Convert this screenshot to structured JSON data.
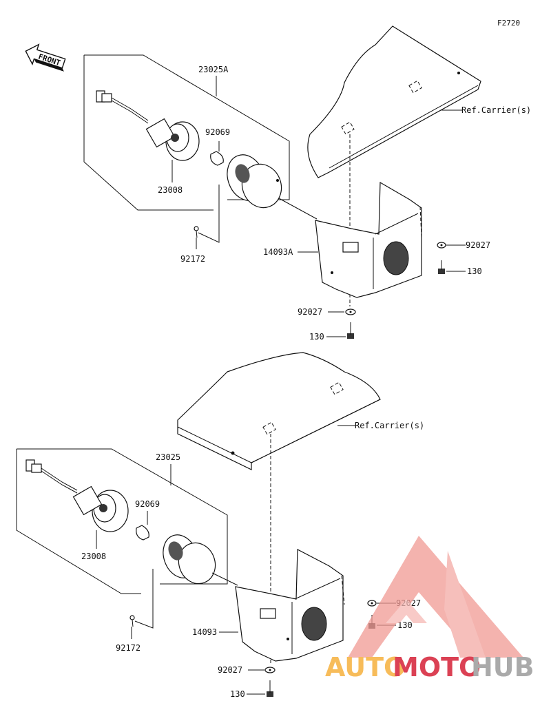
{
  "figure_code": "F2720",
  "front_label": "FRONT",
  "upper_assembly": {
    "assembly_part": "23025A",
    "socket_part": "23008",
    "bulb_part": "92069",
    "screw_part": "92172",
    "bracket_part": "14093A",
    "carrier_ref": "Ref.Carrier(s)",
    "right_washer_part": "92027",
    "right_bolt_part": "130",
    "bottom_washer_part": "92027",
    "bottom_bolt_part": "130"
  },
  "lower_assembly": {
    "assembly_part": "23025",
    "socket_part": "23008",
    "bulb_part": "92069",
    "screw_part": "92172",
    "bracket_part": "14093",
    "carrier_ref": "Ref.Carrier(s)",
    "right_washer_part": "92027",
    "right_bolt_part": "130",
    "bottom_washer_part": "92027",
    "bottom_bolt_part": "130"
  },
  "watermark": {
    "part1": "AUTO",
    "part2": "MOTO",
    "part3": "HUB",
    "color_light": "#f5a623",
    "color_dark": "#d0021b",
    "color_grey": "#8e8e8e"
  }
}
